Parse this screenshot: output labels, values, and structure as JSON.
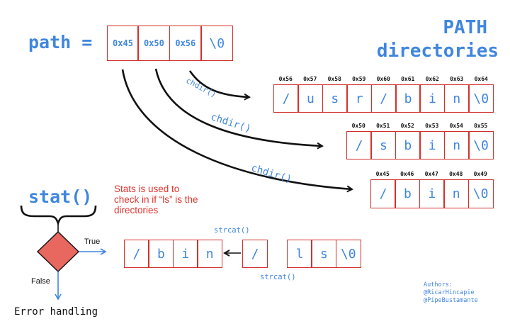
{
  "path_label": "path =",
  "path_cells": [
    "0x45",
    "0x50",
    "0x56",
    "\\0"
  ],
  "title": {
    "line1": "PATH",
    "line2": "directories"
  },
  "dir_usr_bin": {
    "addresses": [
      "0x56",
      "0x57",
      "0x58",
      "0x59",
      "0x60",
      "0x61",
      "0x62",
      "0x63",
      "0x64"
    ],
    "chars": [
      "/",
      "u",
      "s",
      "r",
      "/",
      "b",
      "i",
      "n",
      "\\0"
    ]
  },
  "dir_sbin": {
    "addresses": [
      "0x50",
      "0x51",
      "0x52",
      "0x53",
      "0x54",
      "0x55"
    ],
    "chars": [
      "/",
      "s",
      "b",
      "i",
      "n",
      "\\0"
    ]
  },
  "dir_bin": {
    "addresses": [
      "0x45",
      "0x46",
      "0x47",
      "0x48",
      "0x49"
    ],
    "chars": [
      "/",
      "b",
      "i",
      "n",
      "\\0"
    ]
  },
  "chdir_labels": [
    "chdir()",
    "chdir()",
    "chdir()"
  ],
  "stat": {
    "label": "stat()",
    "note_lines": [
      "Stats is used to",
      "check in if “ls” is the",
      "directories"
    ],
    "true_label": "True",
    "false_label": "False",
    "error_label": "Error handling"
  },
  "result_cells": [
    "/",
    "b",
    "i",
    "n"
  ],
  "slash_cell": [
    "/"
  ],
  "ls_cells": [
    "l",
    "s",
    "\\0"
  ],
  "strcat_labels": [
    "strcat()",
    "strcat()"
  ],
  "authors": [
    "Authors:",
    "@RicarHincapie",
    "@PipeBustamante"
  ],
  "colors": {
    "blue": "#3f86de",
    "red": "#e0352f",
    "box_border": "#d3302b",
    "diamond": "#e8675f"
  }
}
